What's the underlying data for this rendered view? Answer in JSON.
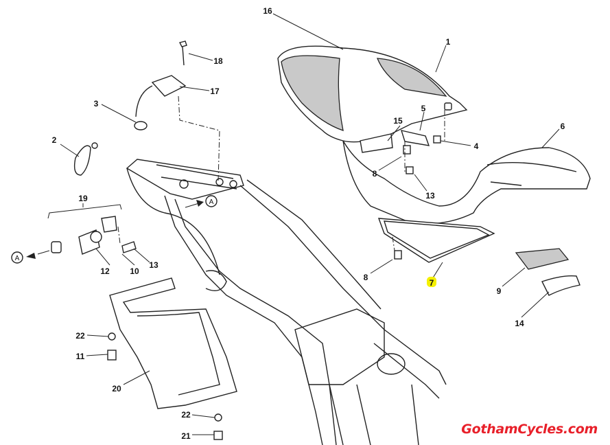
{
  "diagram": {
    "callouts": {
      "c16": "16",
      "c1": "1",
      "c18": "18",
      "c17": "17",
      "c3": "3",
      "c5": "5",
      "c15": "15",
      "c6": "6",
      "c4": "4",
      "c2": "2",
      "c8a": "8",
      "c13a": "13",
      "c19": "19",
      "c12": "12",
      "c13b": "13",
      "c10": "10",
      "c8b": "8",
      "c7": "7",
      "c9": "9",
      "c14": "14",
      "c22a": "22",
      "c11": "11",
      "c20": "20",
      "c22b": "22",
      "c21": "21"
    },
    "reference_markers": {
      "a1": "A",
      "a2": "A"
    },
    "highlighted_callout": "7",
    "highlight_color": "#f4f000"
  },
  "watermark": {
    "text": "GothamCycles.com",
    "color": "#e8202a"
  }
}
